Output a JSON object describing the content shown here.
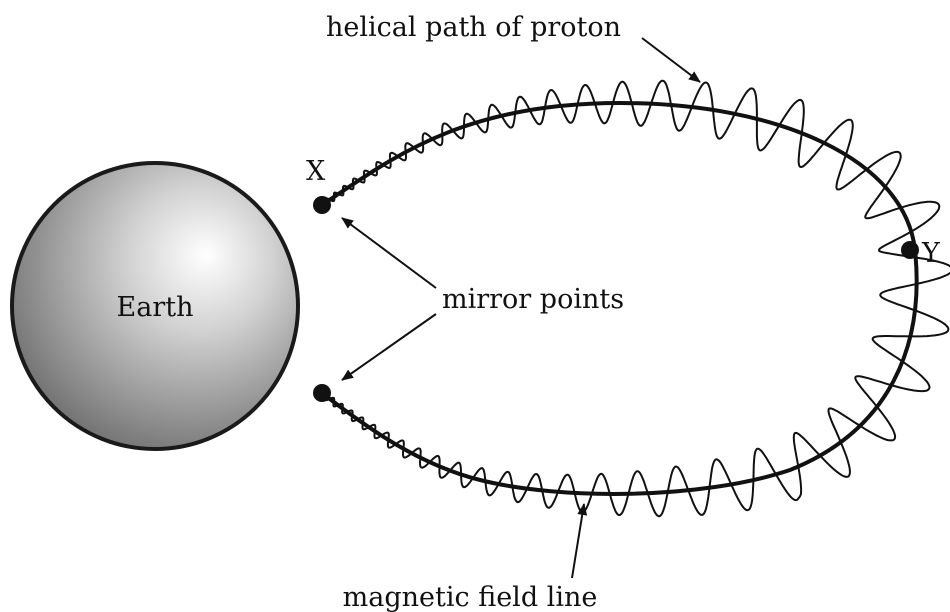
{
  "diagram": {
    "labels": {
      "earth": "Earth",
      "helical_path": "helical path of proton",
      "mirror_points": "mirror points",
      "field_line": "magnetic field line",
      "point_x": "X",
      "point_y": "Y"
    }
  }
}
